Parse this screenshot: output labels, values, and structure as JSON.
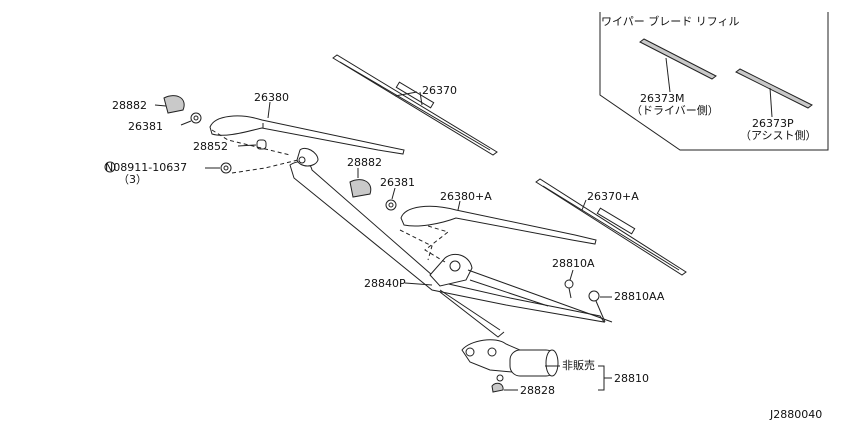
{
  "diagram_code": "J2880040",
  "refill_box": {
    "title": "ワイパー ブレード リフィル",
    "driver_part": "26373M",
    "driver_note": "（ドライバー側）",
    "assist_part": "26373P",
    "assist_note": "（アシスト側）"
  },
  "labels": {
    "blade_driver": "26370",
    "blade_assist": "26370+A",
    "arm_driver": "26380",
    "arm_assist": "26380+A",
    "cap_driver": "28882",
    "cap_assist": "28882",
    "nut_driver": "26381",
    "nut_assist": "26381",
    "pivot_cap": "28852",
    "bolt": "N08911-10637",
    "bolt_qty": "（3）",
    "linkage": "28840P",
    "bolt_a": "28810A",
    "bolt_aa": "28810AA",
    "motor_assy": "28810",
    "not_sold": "非販売",
    "grommet": "28828"
  }
}
